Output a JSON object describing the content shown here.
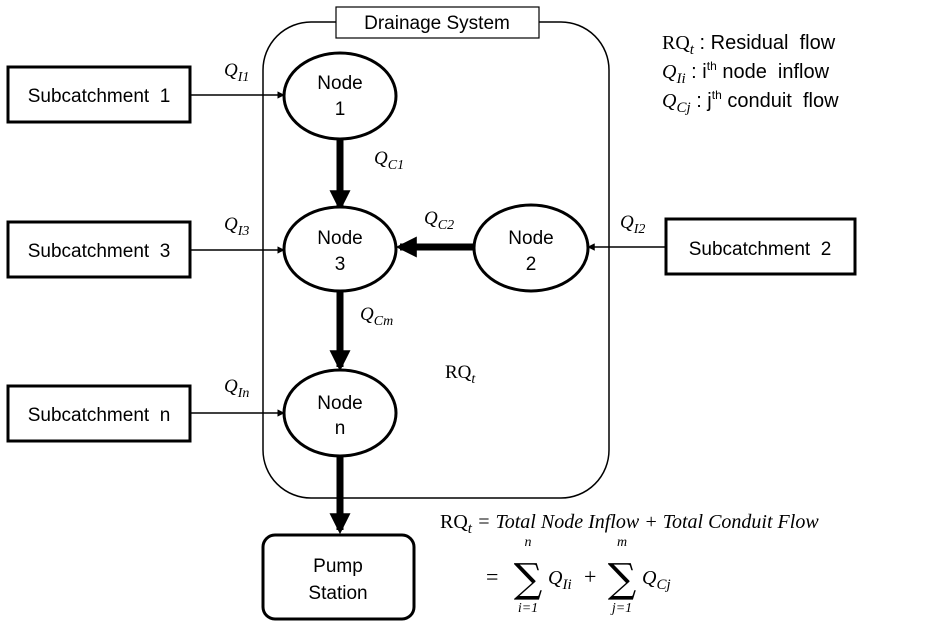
{
  "system": {
    "title": "Drainage System"
  },
  "subcatchments": [
    {
      "label": "Subcatchment  1"
    },
    {
      "label": "Subcatchment  3"
    },
    {
      "label": "Subcatchment  n"
    },
    {
      "label": "Subcatchment  2"
    }
  ],
  "nodes": [
    {
      "line1": "Node",
      "line2": "1"
    },
    {
      "line1": "Node",
      "line2": "3"
    },
    {
      "line1": "Node",
      "line2": "n"
    },
    {
      "line1": "Node",
      "line2": "2"
    }
  ],
  "pump": {
    "line1": "Pump",
    "line2": "Station"
  },
  "flows": {
    "qi1": {
      "main": "Q",
      "sub": "I1"
    },
    "qi3": {
      "main": "Q",
      "sub": "I3"
    },
    "qin": {
      "main": "Q",
      "sub": "In"
    },
    "qi2": {
      "main": "Q",
      "sub": "I2"
    },
    "qc1": {
      "main": "Q",
      "sub": "C1"
    },
    "qc2": {
      "main": "Q",
      "sub": "C2"
    },
    "qcm": {
      "main": "Q",
      "sub": "Cm"
    },
    "rq": {
      "main": "RQ",
      "sub": "t"
    }
  },
  "legend": [
    {
      "sym": "RQ",
      "sub": "t",
      "text": " : Residual  flow"
    },
    {
      "sym": "Q",
      "sub": "Ii",
      "text": " : i",
      "sup": "th",
      "text2": " node  inflow"
    },
    {
      "sym": "Q",
      "sub": "Cj",
      "text": " : j",
      "sup": "th",
      "text2": " conduit  flow"
    }
  ],
  "equation": {
    "lhs": "RQ",
    "lhs_sub": "t",
    "rhs1": " = Total Node Inflow + Total Conduit Flow",
    "eq2": "=",
    "sum1": {
      "top": "n",
      "bottom": "i=1",
      "term": "Q",
      "term_sub": "Ii"
    },
    "plus": "+",
    "sum2": {
      "top": "m",
      "bottom": "j=1",
      "term": "Q",
      "term_sub": "Cj"
    }
  }
}
